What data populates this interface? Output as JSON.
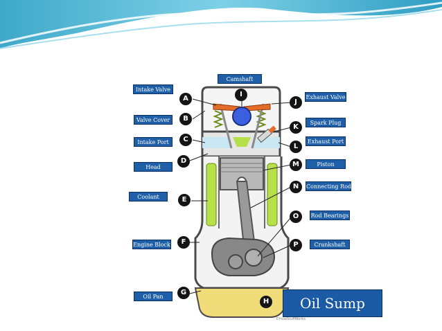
{
  "colors": {
    "label_bg": "#1f5fa8",
    "coolant": "#b6e04a",
    "oil": "#f1dc7a",
    "valve_arm": "#e46c2a",
    "piston_metal": "#a9a9a9"
  },
  "labels": {
    "camshaft": "Camshaft",
    "intake_valve": "Intake Valve",
    "exhaust_valve": "Exhaust Valve",
    "valve_cover": "Valve Cover",
    "spark_plug": "Spark Plug",
    "intake_port": "Intake Port",
    "exhaust_port": "Exhaust Port",
    "head": "Head",
    "piston": "Piston",
    "connecting_rod": "Connecting Rod",
    "coolant": "Coolant",
    "rod_bearings": "Rod Bearings",
    "engine_block": "Engine Block",
    "crankshaft": "Crankshaft",
    "oil_pan": "Oil Pan"
  },
  "letters": {
    "a": "A",
    "b": "B",
    "c": "C",
    "d": "D",
    "e": "E",
    "f": "F",
    "g": "G",
    "h": "H",
    "i": "I",
    "j": "J",
    "k": "K",
    "l": "L",
    "m": "M",
    "n": "N",
    "o": "O",
    "p": "P"
  },
  "oil_sump_label": "Oil Sump",
  "credit": "©HowStuffWorks"
}
